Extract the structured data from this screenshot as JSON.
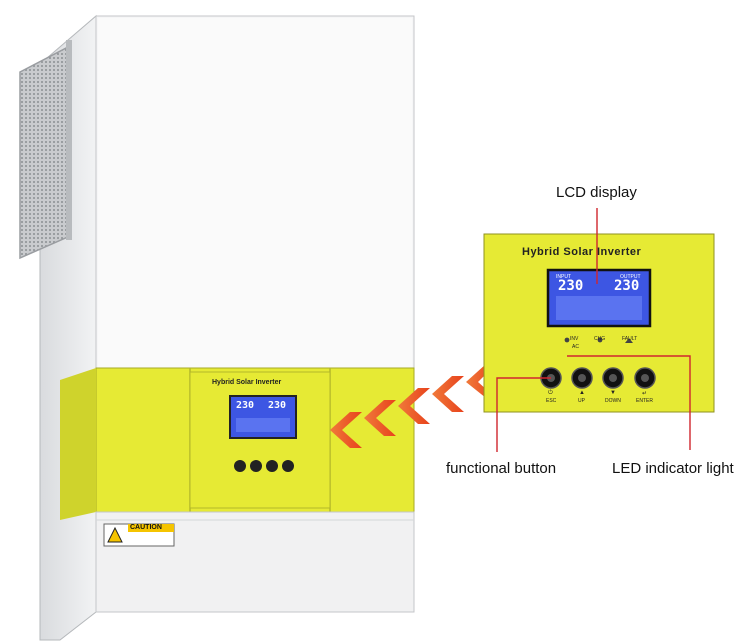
{
  "product": {
    "panel_title": "Hybrid Solar Inverter",
    "input_label": "INPUT",
    "output_label": "OUTPUT",
    "input_value": "230",
    "output_value": "230",
    "indicators": [
      "INV",
      "CHG",
      "FAULT"
    ],
    "ac_label": "AC",
    "buttons": [
      {
        "label": "ESC",
        "symbol": "⏻"
      },
      {
        "label": "UP",
        "symbol": "▲"
      },
      {
        "label": "DOWN",
        "symbol": "▼"
      },
      {
        "label": "ENTER",
        "symbol": "↵"
      }
    ],
    "caution_label": "CAUTION"
  },
  "callouts": {
    "lcd": "LCD display",
    "button": "functional button",
    "led": "LED indicator light"
  },
  "colors": {
    "panel_yellow": "#e6ea34",
    "lcd_blue": "#3d56e3",
    "arrow_red": "#e8421c",
    "pointer_red": "#d0262e"
  }
}
